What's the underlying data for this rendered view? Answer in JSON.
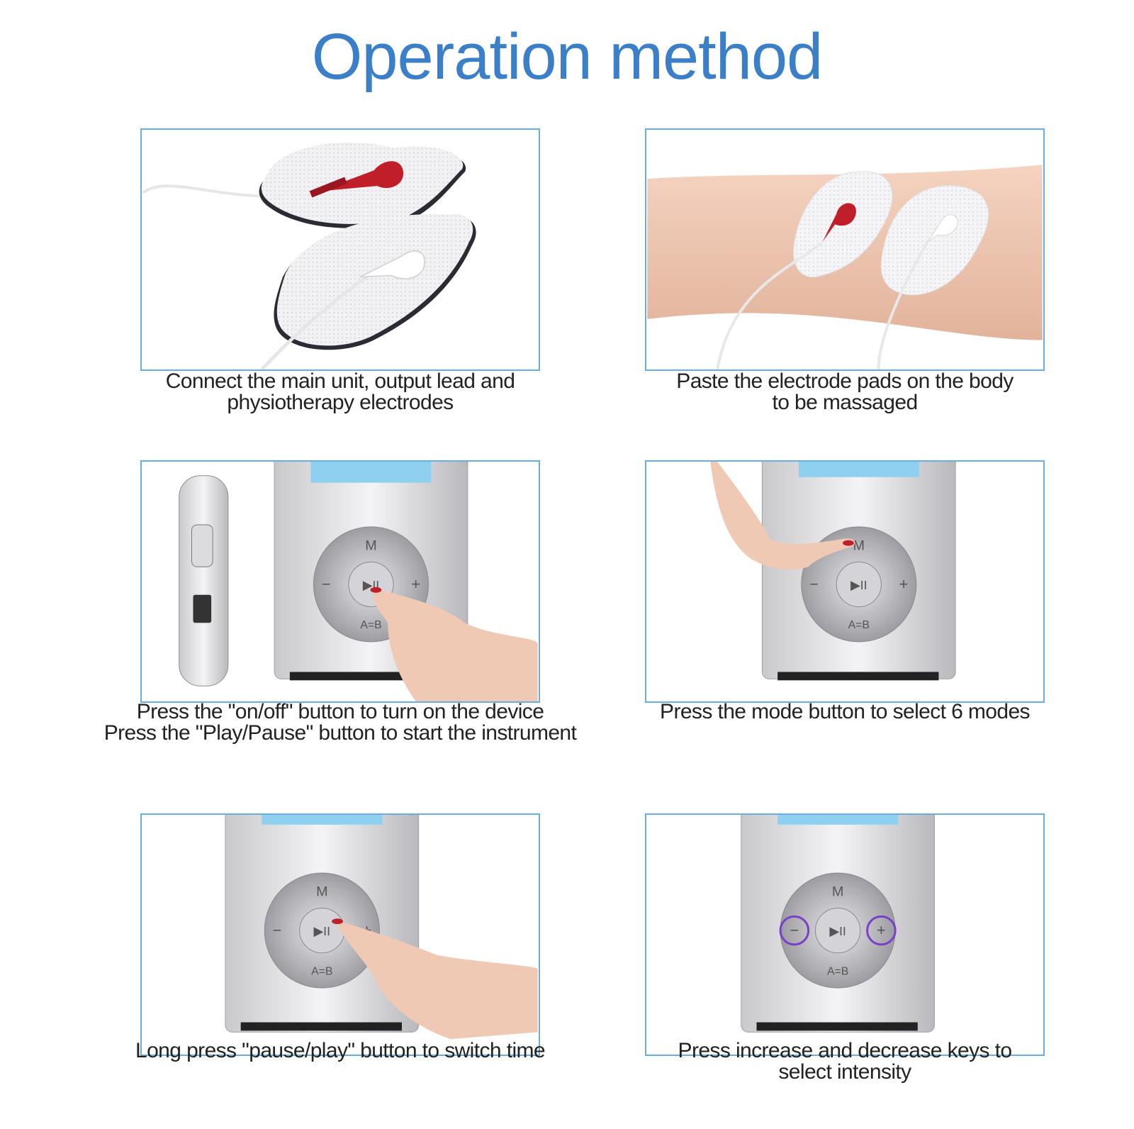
{
  "title": "Operation method",
  "steps": [
    {
      "lines": [
        "Connect the main unit, output lead and",
        "physiotherapy electrodes"
      ]
    },
    {
      "lines": [
        "Paste the electrode pads on the body",
        "to be massaged"
      ]
    },
    {
      "lines": [
        "Press the \"on/off\" button to turn on the device",
        "Press the \"Play/Pause\" button to start the instrument"
      ]
    },
    {
      "lines": [
        "Press the mode button to select 6 modes"
      ]
    },
    {
      "lines": [
        "Long press \"pause/play\" button to switch time"
      ]
    },
    {
      "lines": [
        "Press increase and decrease keys to",
        "select intensity"
      ]
    }
  ],
  "device": {
    "mode_label": "M",
    "play_label": "▶II",
    "minus_label": "−",
    "plus_label": "+",
    "ab_label": "A=B"
  },
  "colors": {
    "title": "#3a7fc8",
    "frame": "#6aaee0",
    "lead_red": "#c01f2a",
    "highlight": "#7a3fc8"
  }
}
